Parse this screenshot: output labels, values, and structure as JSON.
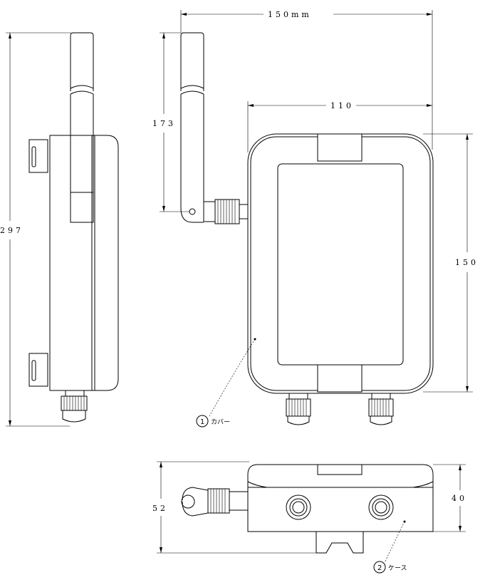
{
  "dimensions": {
    "overall_width": "150mm",
    "body_width": "110",
    "antenna_height": "173",
    "overall_height": "297",
    "body_height": "150",
    "overall_depth": "52",
    "body_depth": "40"
  },
  "callouts": [
    {
      "number": "1",
      "label": "カバー"
    },
    {
      "number": "2",
      "label": "ケース"
    }
  ]
}
